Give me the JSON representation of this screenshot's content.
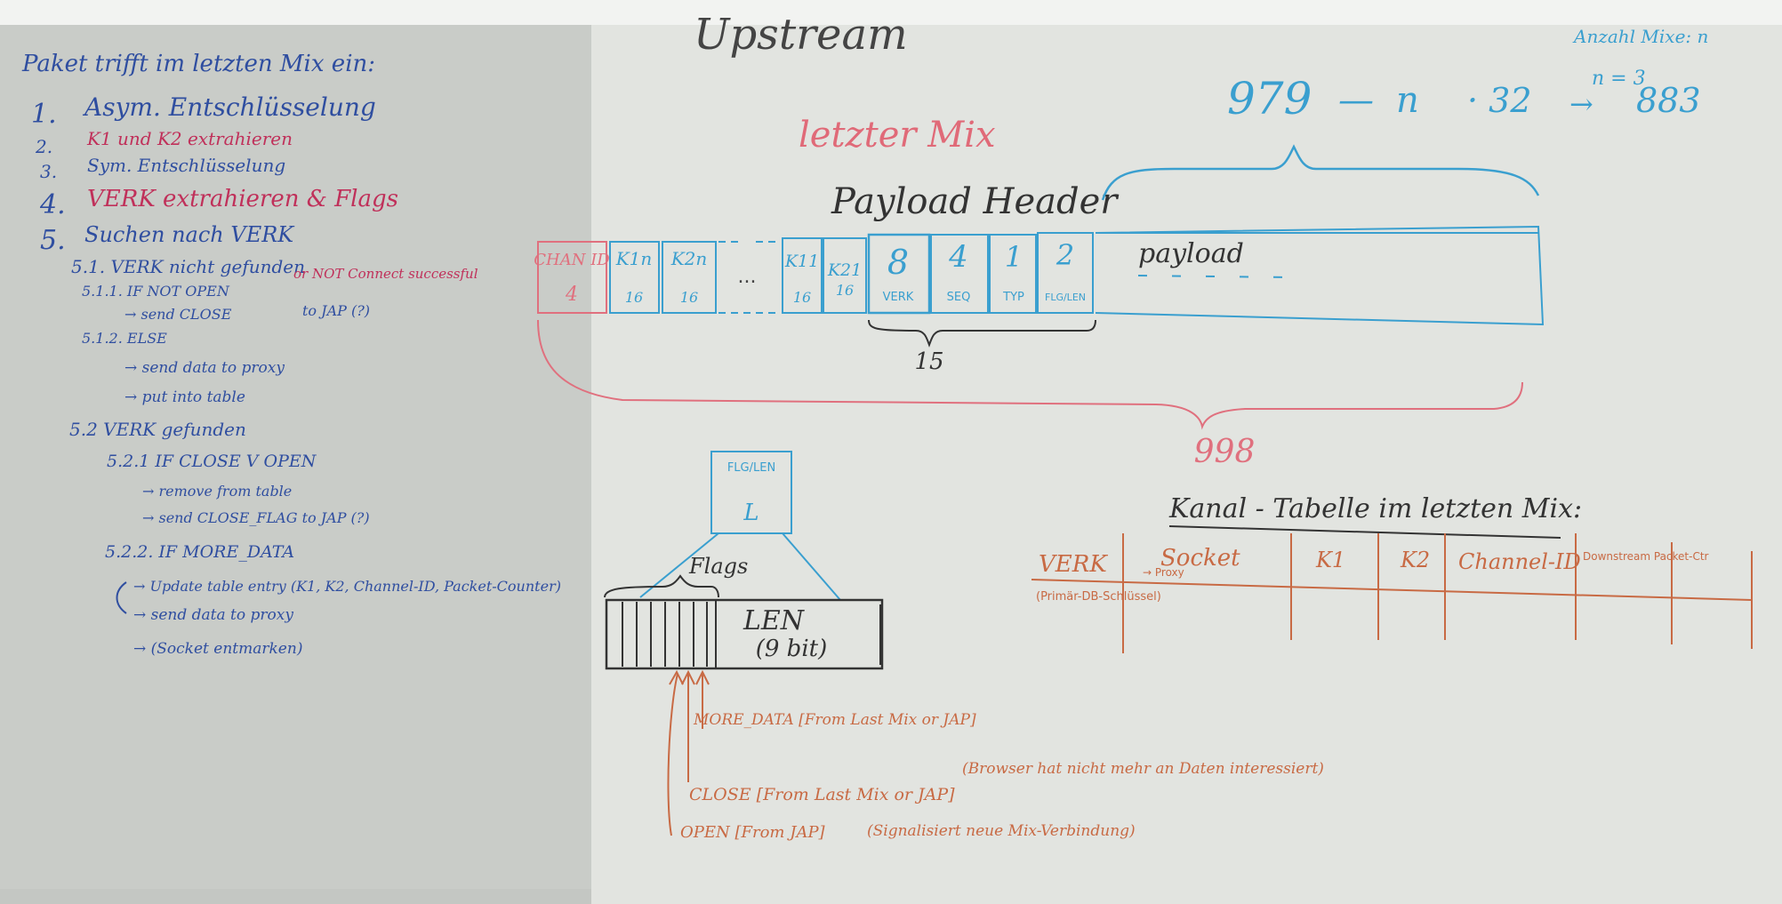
{
  "colors": {
    "board_left": "#c9ccc8",
    "board_right": "#e2e4e0",
    "blue_ink": "#2f4ea0",
    "red_ink": "#c0305a",
    "teal_ink": "#3a9fcf",
    "orange_ink": "#c86a44",
    "black_ink": "#333333"
  },
  "left_notes": {
    "title": "Paket trifft im letzten Mix ein:",
    "items": [
      {
        "num": "1.",
        "text": "Asym. Entschlüsselung"
      },
      {
        "num": "2.",
        "text": "K1 und K2 extrahieren"
      },
      {
        "num": "3.",
        "text": "Sym. Entschlüsselung"
      },
      {
        "num": "4.",
        "text": "VERK extrahieren & Flags"
      },
      {
        "num": "5.",
        "text": "Suchen nach VERK"
      }
    ],
    "s51": "5.1. VERK nicht gefunden",
    "s511": "5.1.1. IF NOT OPEN",
    "s511_or": "or NOT Connect successful",
    "s511_a": "→ send CLOSE",
    "s511_b": "to JAP (?)",
    "s512": "5.1.2. ELSE",
    "s512_a": "→ send data to proxy",
    "s512_b": "→ put into table",
    "s52": "5.2 VERK gefunden",
    "s521": "5.2.1 IF CLOSE V OPEN",
    "s521_a": "→ remove from table",
    "s521_b": "→ send CLOSE_FLAG to JAP (?)",
    "s522": "5.2.2. IF MORE_DATA",
    "s522_a": "→ Update table entry (K1, K2, Channel-ID, Packet-Counter)",
    "s522_b": "→ send data to proxy",
    "s522_c": "→ (Socket entmarken)"
  },
  "diagram": {
    "title": "Upstream",
    "anzahl": "Anzahl Mixe: n",
    "n_value": "n = 3",
    "formula_a": "979",
    "formula_minus": "—",
    "formula_n": "n",
    "formula_mult": "· 32",
    "formula_arrow": "→",
    "formula_result": "883",
    "letzter_mix": "letzter Mix",
    "payload_header": "Payload Header",
    "payload": "payload",
    "cells": [
      {
        "top": "CHAN ID",
        "bottom": "4"
      },
      {
        "top": "K1n",
        "bottom": "16"
      },
      {
        "top": "K2n",
        "bottom": "16"
      },
      {
        "top": "...",
        "bottom": ""
      },
      {
        "top": "K11",
        "bottom": "16"
      },
      {
        "top": "K21",
        "bottom": "16"
      },
      {
        "top": "8",
        "bottom": "VERK"
      },
      {
        "top": "4",
        "bottom": "SEQ"
      },
      {
        "top": "1",
        "bottom": "TYP"
      },
      {
        "top": "2",
        "bottom": "FLG/LEN"
      }
    ],
    "brace_15": "15",
    "brace_998": "998",
    "flg_box_top": "FLG/LEN",
    "flg_box_l": "L",
    "flags_label": "Flags",
    "len_line1": "LEN",
    "len_line2": "(9 bit)",
    "more_data_note": "MORE_DATA [From Last Mix or JAP]",
    "close_note": "CLOSE [From Last Mix or JAP]",
    "close_extra": "(Browser hat nicht mehr an Daten interessiert)",
    "open_note": "OPEN [From JAP]",
    "open_extra": "(Signalisiert neue Mix-Verbindung)"
  },
  "table": {
    "title": "Kanal - Tabelle im letzten Mix:",
    "headers": [
      "VERK",
      "Socket",
      "K1",
      "K2",
      "Channel-ID",
      "Downstream Packet-Ctr"
    ],
    "socket_sub": "→ Proxy",
    "verk_note": "(Primär-DB-Schlüssel)"
  }
}
